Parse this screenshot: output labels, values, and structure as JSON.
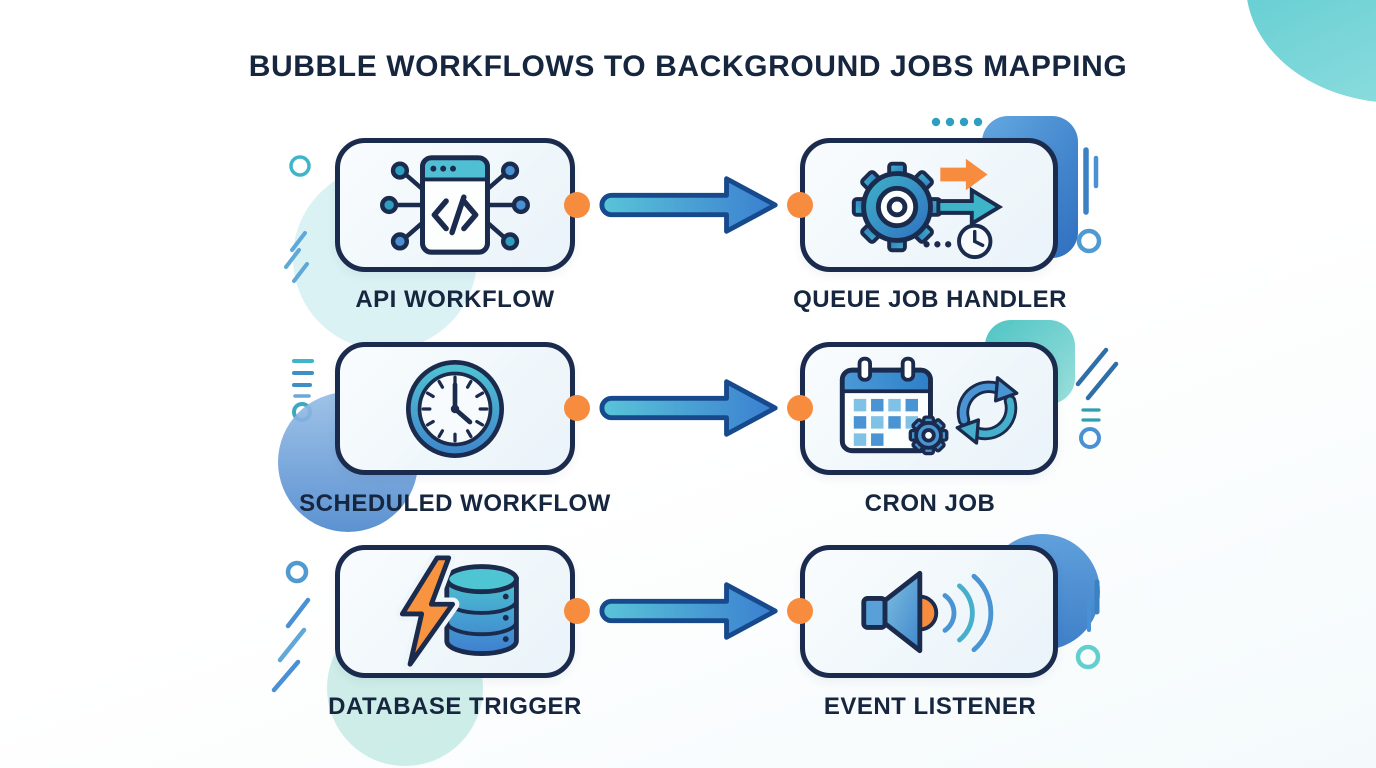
{
  "title": "BUBBLE WORKFLOWS TO BACKGROUND JOBS MAPPING",
  "colors": {
    "navy": "#1b2b4d",
    "accent_orange": "#f78c3e",
    "teal": "#3fb5c9",
    "blue": "#3f86cc",
    "box_fill": "#edf5f9"
  },
  "rows": [
    {
      "source": {
        "label": "API WORKFLOW",
        "icon": "api-code-window-icon"
      },
      "target": {
        "label": "QUEUE JOB HANDLER",
        "icon": "gear-queue-clock-icon"
      }
    },
    {
      "source": {
        "label": "SCHEDULED WORKFLOW",
        "icon": "clock-icon"
      },
      "target": {
        "label": "CRON JOB",
        "icon": "calendar-gear-sync-icon"
      }
    },
    {
      "source": {
        "label": "DATABASE TRIGGER",
        "icon": "lightning-database-icon"
      },
      "target": {
        "label": "EVENT LISTENER",
        "icon": "speaker-sound-waves-icon"
      }
    }
  ]
}
